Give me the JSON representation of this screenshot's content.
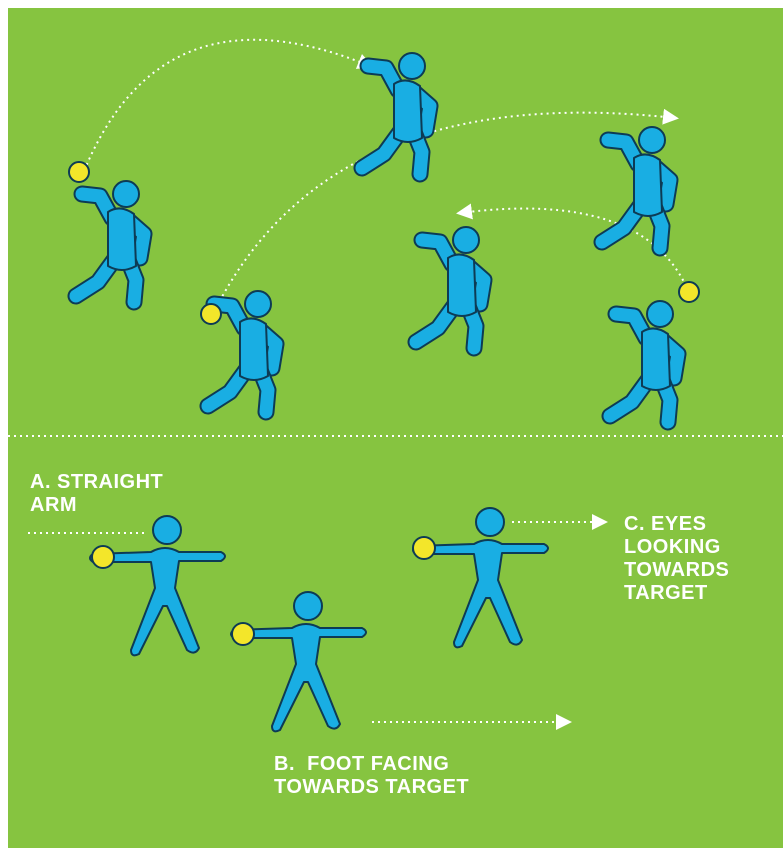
{
  "labels": {
    "a": [
      "A. STRAIGHT",
      "ARM"
    ],
    "b": [
      "B.  FOOT FACING",
      "TOWARDS TARGET"
    ],
    "c": [
      "C. EYES",
      "LOOKING",
      "TOWARDS",
      "TARGET"
    ]
  },
  "colors": {
    "field": "#86c440",
    "figure": "#19aee3",
    "outline": "#0d3b55",
    "ball": "#f3e62a",
    "guides": "#ffffff"
  }
}
